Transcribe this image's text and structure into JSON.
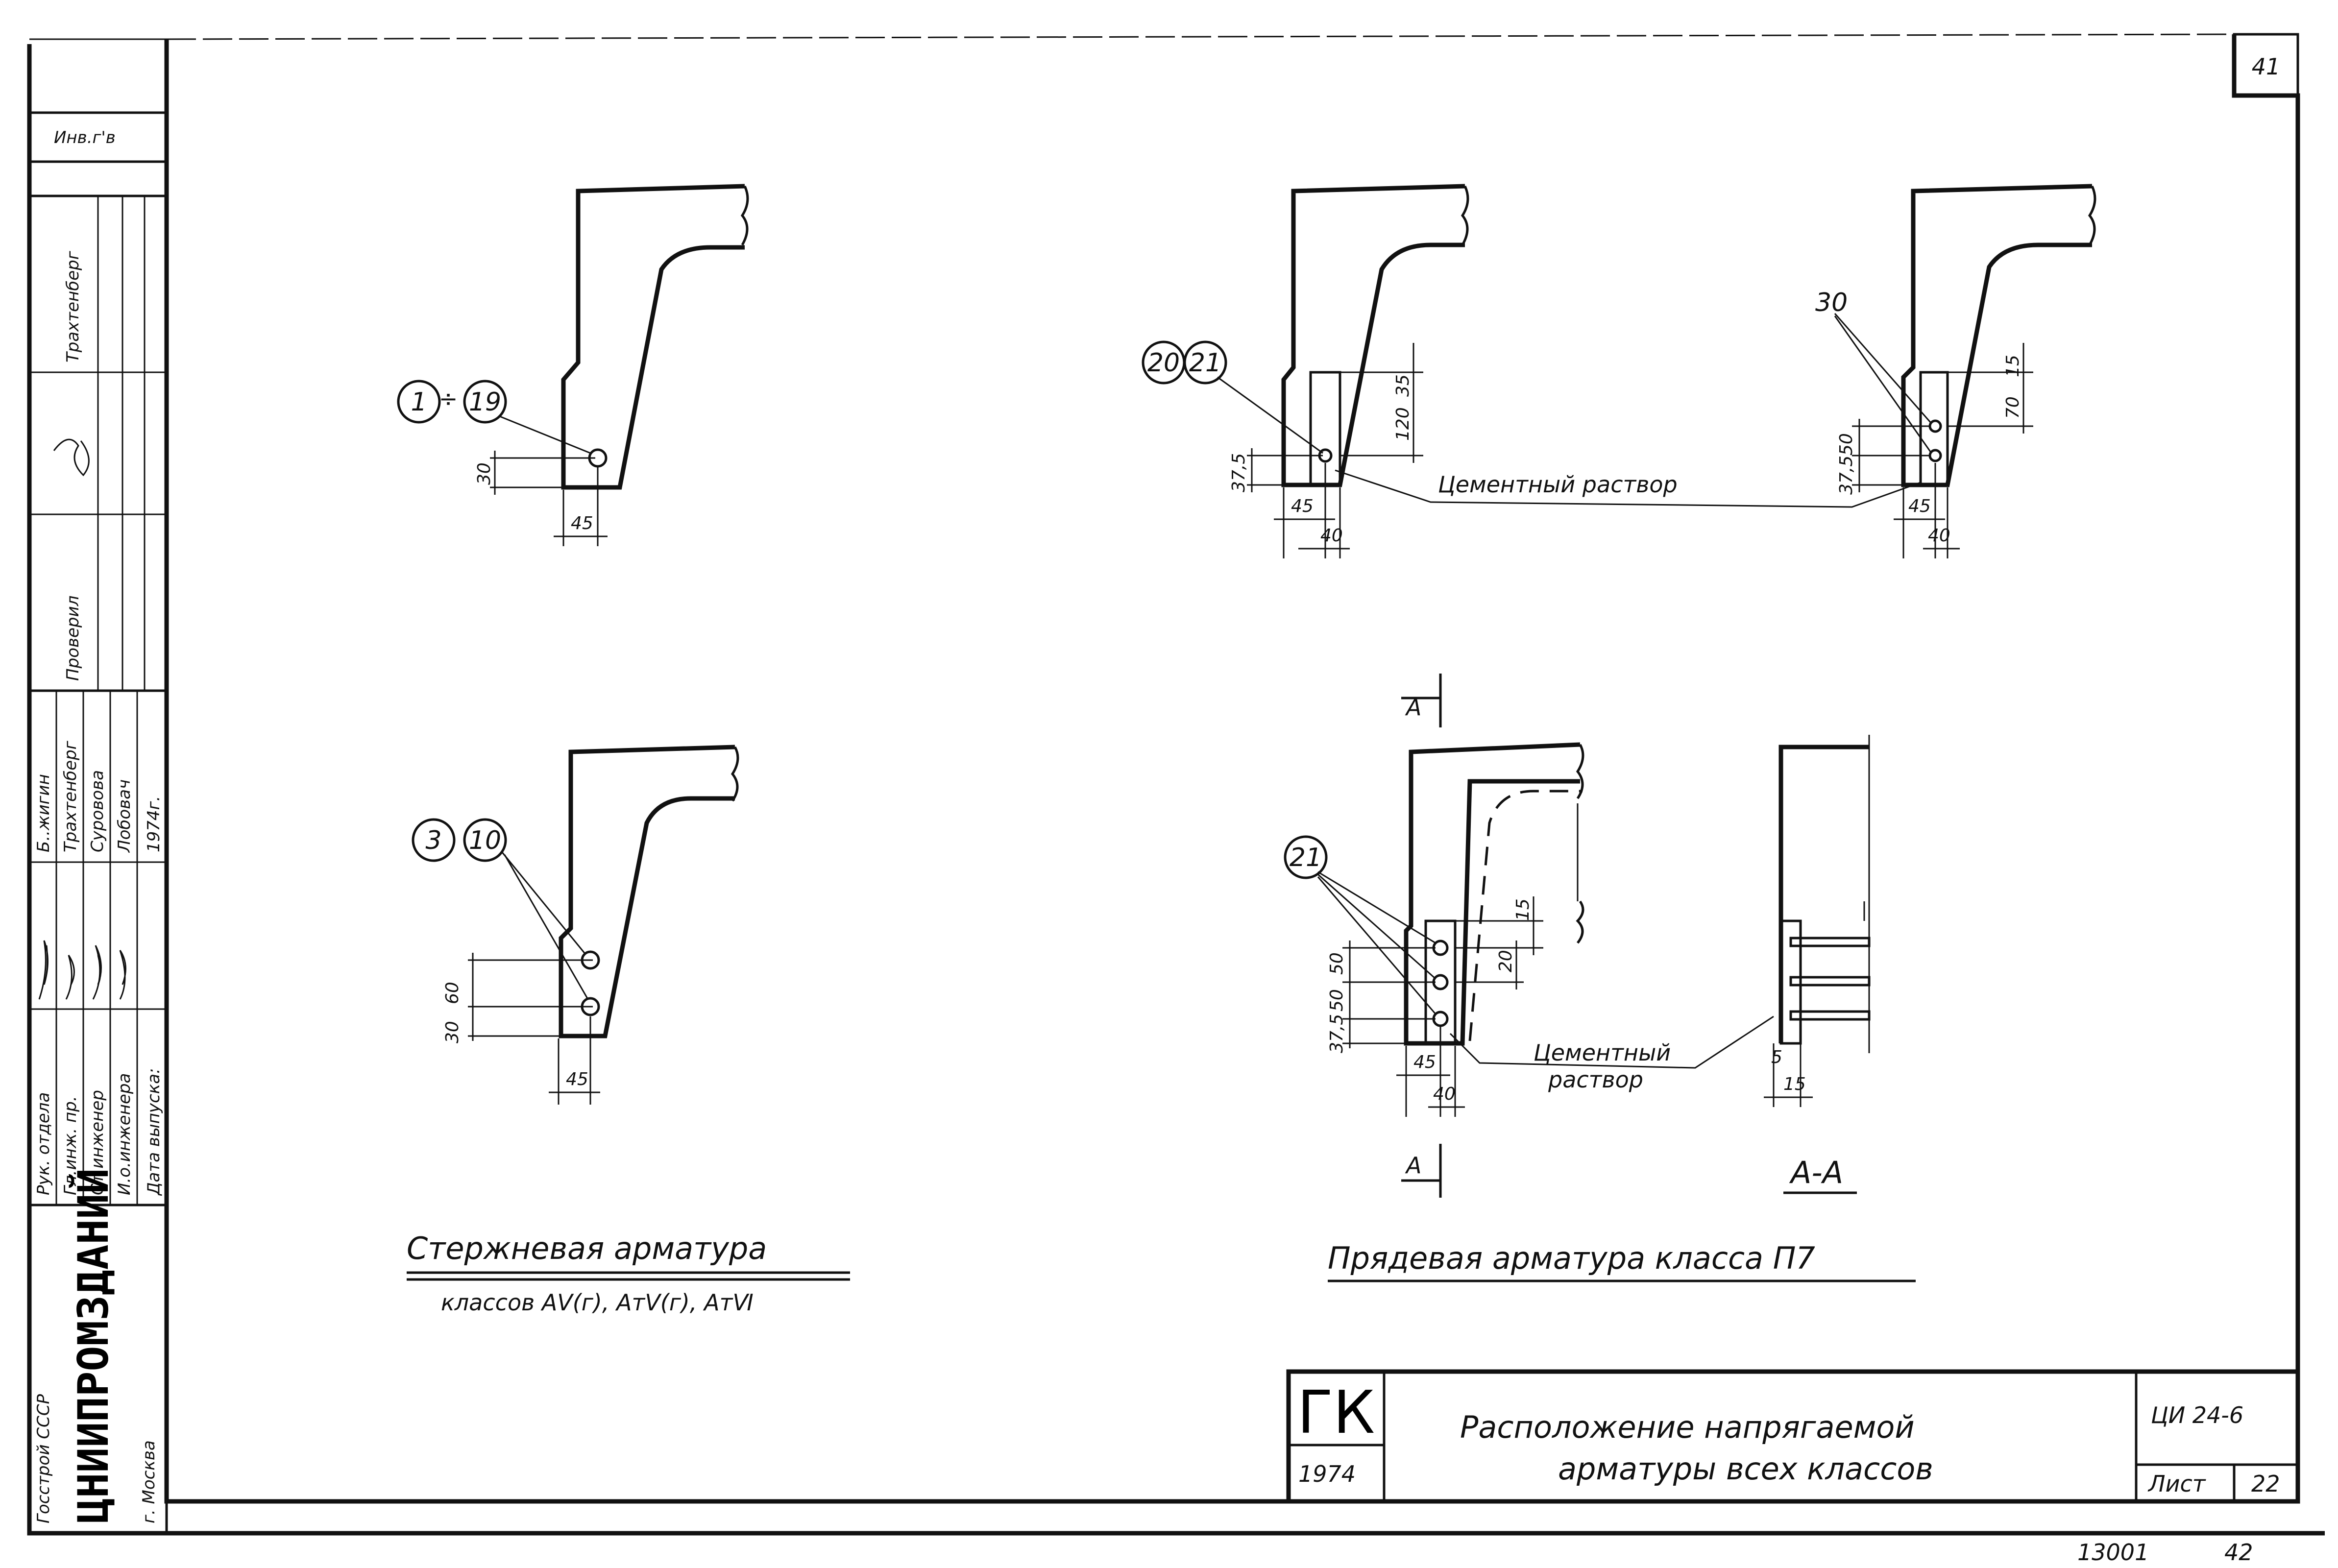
{
  "sheet_number": "41",
  "bottom_numbers": {
    "archive": "13001",
    "page": "42"
  },
  "stamp": {
    "inv_label": "Инв.г'в",
    "signatures_top": [
      "Трахтенберг",
      "Проверил"
    ],
    "roles": [
      "Рук. отдела",
      "Гл.инж. пр.",
      "Ст.инженер",
      "И.о.инженера",
      "Дата выпуска:"
    ],
    "names": [
      "Б..жигин",
      "Трахтенберг",
      "Суровова",
      "Лобовач",
      "1974г."
    ],
    "org_country": "Госстрой СССР",
    "org_name": "ЦНИИПРОМЗДАНИЙ",
    "org_city": "г. Москва"
  },
  "details": {
    "d1": {
      "markers": [
        "1",
        "19"
      ],
      "separator": "÷",
      "dims": [
        "30",
        "45"
      ]
    },
    "d2": {
      "markers": [
        "20",
        "21"
      ],
      "dims": [
        "35",
        "120",
        "37,5",
        "45",
        "40"
      ]
    },
    "d3": {
      "markers": [
        "30"
      ],
      "dims": [
        "15",
        "70",
        "37,5",
        "50",
        "45",
        "40"
      ]
    },
    "mortar_label": "Цементный раствор",
    "d4": {
      "markers": [
        "3",
        "10"
      ],
      "dims": [
        "30",
        "60",
        "45"
      ]
    },
    "d5": {
      "markers": [
        "21"
      ],
      "dims": [
        "15",
        "20",
        "50",
        "50",
        "37,5",
        "45",
        "40"
      ],
      "mortar_label_1": "Цементный",
      "mortar_label_2": "раствор"
    },
    "d6": {
      "dims": [
        "5",
        "15"
      ]
    },
    "section_label": "А",
    "section_view": "А-А"
  },
  "captions": {
    "left_title": "Стержневая арматура",
    "left_sub": "классов АⅤ(г), АтⅤ(г), АтⅥ",
    "right_title": "Прядевая арматура класса П7"
  },
  "title_block": {
    "code": "ГК",
    "year": "1974",
    "title_line1": "Расположение напрягаемой",
    "title_line2": "арматуры всех классов",
    "series": "ЦИ 24-6",
    "sheet_label": "Лист",
    "sheet_no": "22"
  }
}
